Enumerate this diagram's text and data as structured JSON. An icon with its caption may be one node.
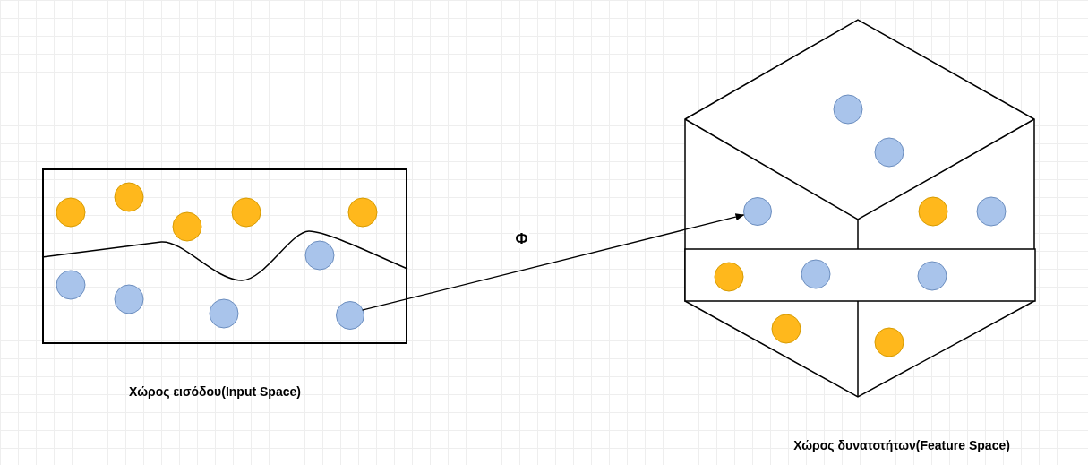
{
  "diagram": {
    "nodes": [
      {
        "text": [],
        "shape": "box",
        "beside": [
          "Χώρος εισόδου(Input Space)"
        ]
      },
      {
        "text": [],
        "shape": "circle",
        "in": 0
      },
      {
        "text": [],
        "shape": "hexagon",
        "beside": [
          "Χώρος δυνατοτήτων(Feature Space)"
        ]
      },
      {
        "text": [],
        "shape": "circle",
        "in": 2
      }
    ],
    "edges": [
      {
        "from": 1,
        "to": 3,
        "arrow": "to",
        "label": "Φ"
      }
    ]
  }
}
